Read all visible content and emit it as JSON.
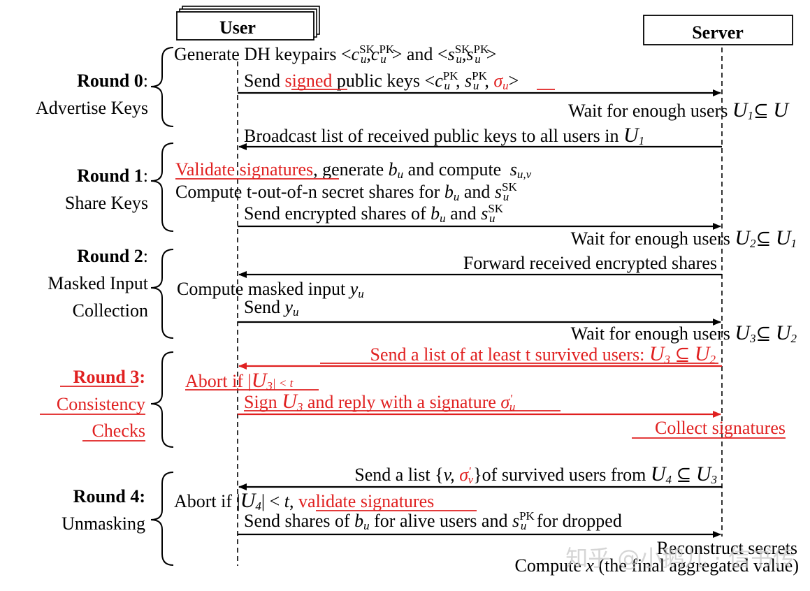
{
  "participants": {
    "user": "User",
    "server": "Server"
  },
  "rounds": [
    {
      "title": "Round 0",
      "subtitle": "Advertise Keys",
      "color": "#000000"
    },
    {
      "title": "Round 1",
      "subtitle": "Share Keys",
      "color": "#000000"
    },
    {
      "title": "Round 2",
      "subtitle_line1": "Masked Input",
      "subtitle_line2": "Collection",
      "color": "#000000"
    },
    {
      "title": "Round 3",
      "subtitle_line1": "Consistency",
      "subtitle_line2": "Checks",
      "color": "#e02020"
    },
    {
      "title": "Round 4",
      "subtitle": "Unmasking",
      "color": "#000000"
    }
  ],
  "messages": {
    "r0_gen": {
      "a": "Generate DH keypairs <",
      "c": "c",
      "sk": "SK",
      "u": "u",
      "pk": "PK",
      "comma": ",",
      "s": "s",
      "mid": "> and <",
      "end": ">"
    },
    "r0_send": {
      "a": "Send ",
      "signed": "signed",
      "b": " public keys <",
      "c": "c",
      "pk": "PK",
      "u": "u",
      "comma": ", ",
      "s": "s",
      "sigma": "σ",
      "end": ">"
    },
    "r0_wait": {
      "a": "Wait for enough users ",
      "U": "U",
      "sub": "1",
      "sub_sep": "⊆ "
    },
    "r1_broadcast": {
      "a": "Broadcast list of received public keys to all users in ",
      "U": "U",
      "sub": "1"
    },
    "r1_validate": {
      "red": "Validate signatures",
      "a": ", generate ",
      "b": "b",
      "u": "u",
      "c": " and compute ",
      "s": "s",
      "uv": "u,v"
    },
    "r1_compute": {
      "a": "Compute t-out-of-n secret shares for ",
      "b": "b",
      "u": "u",
      "c": " and ",
      "s": "s",
      "sk": "SK"
    },
    "r1_send": {
      "a": "Send encrypted shares of ",
      "b": "b",
      "u": "u",
      "c": " and ",
      "s": "s",
      "sk": "SK"
    },
    "r1_wait": {
      "a": "Wait for enough users ",
      "U": "U",
      "sub": "2",
      "sub_sep": "⊆ ",
      "sub2": "1"
    },
    "r2_forward": {
      "a": "Forward received encrypted shares"
    },
    "r2_compute": {
      "a": "Compute masked input ",
      "y": "y",
      "u": "u"
    },
    "r2_send": {
      "a": "Send ",
      "y": "y",
      "u": "u"
    },
    "r2_wait": {
      "a": "Wait for enough users ",
      "U": "U",
      "sub": "3",
      "sub_sep": "⊆ ",
      "sub2": "2"
    },
    "r3_send_list": {
      "a": "Send a list of at least t survived users: ",
      "U": "U",
      "sub": "3",
      "sep": " ⊆ ",
      "sub2": "2"
    },
    "r3_abort": {
      "a": "Abort if |",
      "U": "U",
      "sub": "3",
      "b": "| < t"
    },
    "r3_sign": {
      "a": "Sign ",
      "U": "U",
      "sub": "3",
      "b": " and reply with a signature ",
      "sigma": "σ",
      "sprime": "'",
      "u": "u"
    },
    "r3_collect": {
      "a": "Collect signatures"
    },
    "r4_send_list": {
      "a": "Send a list {",
      "v": "v, ",
      "sigma": "σ",
      "prime": "'",
      "vsub": "v",
      "b": "}of survived users from ",
      "U": "U",
      "sub": "4",
      "sep": " ⊆ ",
      "sub2": "3"
    },
    "r4_abort": {
      "a": "Abort if |",
      "U": "U",
      "sub": "4",
      "b": "| < ",
      "t": "t",
      "c": ", ",
      "red": "validate signatures"
    },
    "r4_send_shares": {
      "a": "Send shares of ",
      "b": "b",
      "u": "u",
      "c": " for alive users and ",
      "s": "s",
      "pk": "PK",
      "d": " for dropped"
    },
    "r4_reconstruct": {
      "a": "Reconstruct secrets"
    },
    "r4_compute": {
      "a": "Compute ",
      "x": "x",
      "b": " (the final aggregated value)"
    }
  },
  "watermark": "知乎 @小鹅儿 · 信书传",
  "colors": {
    "highlight": "#e02020",
    "text": "#000000"
  }
}
